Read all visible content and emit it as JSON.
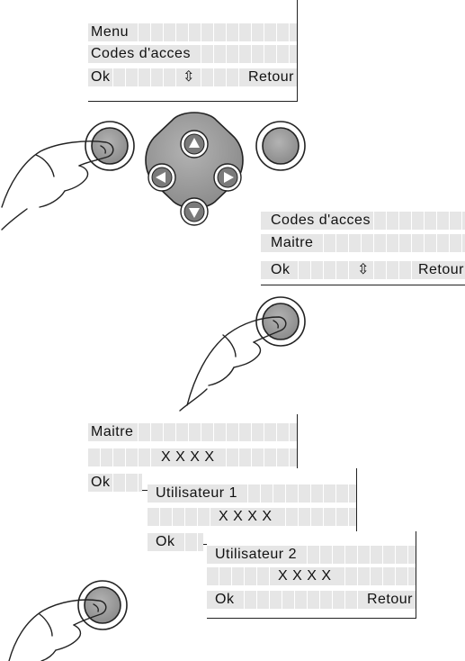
{
  "screens": {
    "menu": {
      "line1": "Menu",
      "line2": "Codes d'acces",
      "ok": "Ok",
      "arrows": "⇳",
      "back": "Retour"
    },
    "codes": {
      "line1": "Codes d'acces",
      "line2": "Maitre",
      "ok": "Ok",
      "arrows": "⇳",
      "back": "Retour"
    },
    "maitre": {
      "line1": "Maitre",
      "code": "X X X X",
      "ok": "Ok"
    },
    "user1": {
      "line1": "Utilisateur 1",
      "code": "X X X X",
      "ok": "Ok"
    },
    "user2": {
      "line1": "Utilisateur 2",
      "code": "X X X X",
      "ok": "Ok",
      "back": "Retour"
    }
  },
  "colors": {
    "button_fill": "#999999",
    "pad_fill": "#999999",
    "lcd_cell": "#e6e6e6",
    "outline": "#222222"
  },
  "icons": [
    "finger-pointing-hand",
    "navigation-pad",
    "arrow-up-icon",
    "arrow-down-icon",
    "arrow-left-icon",
    "arrow-right-icon",
    "round-button"
  ]
}
